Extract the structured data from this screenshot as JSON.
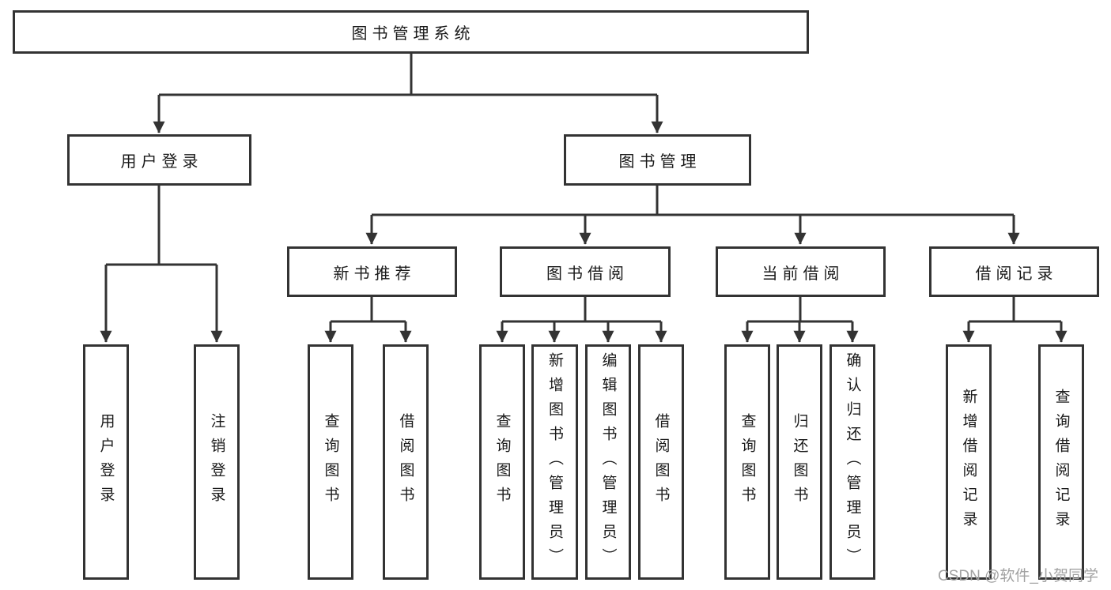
{
  "diagram": {
    "nodes": {
      "root": "图书管理系统",
      "user_login": "用户登录",
      "book_mgmt": "图书管理",
      "new_books": "新书推荐",
      "book_borrow": "图书借阅",
      "current_borrow": "当前借阅",
      "borrow_records": "借阅记录",
      "user_login_children": [
        "用户登录",
        "注销登录"
      ],
      "new_books_children": [
        "查询图书",
        "借阅图书"
      ],
      "book_borrow_children": [
        "查询图书",
        "新增图书（管理员）",
        "编辑图书（管理员）",
        "借阅图书"
      ],
      "current_borrow_children": [
        "查询图书",
        "归还图书",
        "确认归还（管理员）"
      ],
      "borrow_records_children": [
        "新增借阅记录",
        "查询借阅记录"
      ]
    }
  },
  "watermark": {
    "text": "CSDN @软件_小贺同学"
  },
  "colors": {
    "line": "#333333",
    "box_border": "#333333",
    "text": "#1a1a1a",
    "background": "#ffffff",
    "watermark": "#a2a2a2"
  }
}
